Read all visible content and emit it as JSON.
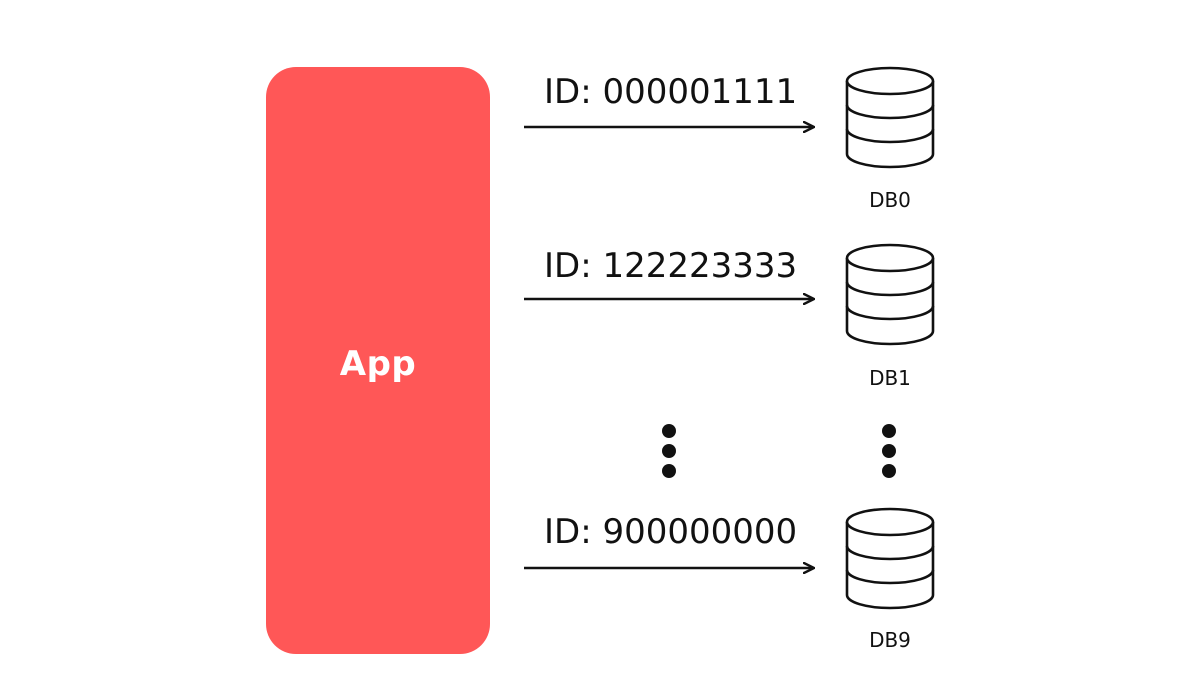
{
  "app": {
    "label": "App"
  },
  "routes": [
    {
      "id_label": "ID: 000001111",
      "db_label": "DB0"
    },
    {
      "id_label": "ID: 122223333",
      "db_label": "DB1"
    },
    {
      "id_label": "ID: 900000000",
      "db_label": "DB9"
    }
  ],
  "colors": {
    "app_fill": "#ff5757",
    "ink": "#111111"
  },
  "icons": {
    "database": "database-icon",
    "ellipsis": "vertical-ellipsis-icon"
  }
}
